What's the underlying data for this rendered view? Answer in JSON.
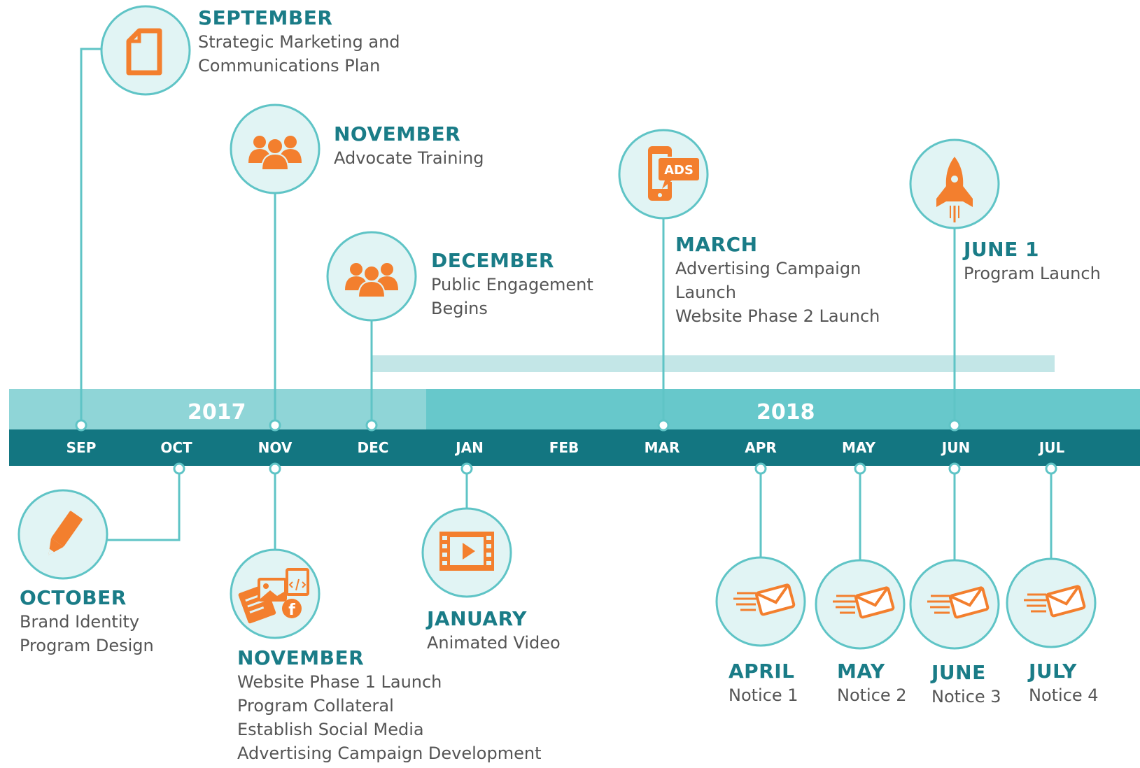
{
  "years": [
    "2017",
    "2018"
  ],
  "months": [
    "SEP",
    "OCT",
    "NOV",
    "DEC",
    "JAN",
    "FEB",
    "MAR",
    "APR",
    "MAY",
    "JUN",
    "JUL"
  ],
  "colors": {
    "band_2017": "#8fd5d7",
    "band_2018": "#67c8cb",
    "axis_bar": "#137681",
    "connector": "#5fc4c6",
    "circle_fill": "#e1f4f4",
    "circle_stroke": "#5fc4c6",
    "icon_orange": "#f37f2e",
    "heading_teal": "#1a7c87",
    "text_gray": "#555555",
    "campaign_bar": "#c3e6e7"
  },
  "milestones": {
    "september": {
      "heading": "SEPTEMBER",
      "lines": [
        "Strategic Marketing and",
        "Communications Plan"
      ],
      "icon": "document-icon"
    },
    "november_top": {
      "heading": "NOVEMBER",
      "lines": [
        "Advocate Training"
      ],
      "icon": "people-icon"
    },
    "december": {
      "heading": "DECEMBER",
      "lines": [
        "Public Engagement",
        "Begins"
      ],
      "icon": "people-icon"
    },
    "march": {
      "heading": "MARCH",
      "lines": [
        "Advertising Campaign",
        "Launch",
        "Website Phase 2 Launch"
      ],
      "icon": "mobile-ads-icon",
      "badge": "ADS"
    },
    "june1": {
      "heading": "JUNE 1",
      "lines": [
        "Program Launch"
      ],
      "icon": "rocket-icon"
    },
    "october": {
      "heading": "OCTOBER",
      "lines": [
        "Brand Identity",
        "Program Design"
      ],
      "icon": "pencil-icon"
    },
    "november_bottom": {
      "heading": "NOVEMBER",
      "lines": [
        "Website Phase 1 Launch",
        "Program Collateral",
        "Establish Social Media",
        "Advertising Campaign Development"
      ],
      "icon": "social-media-icon"
    },
    "january": {
      "heading": "JANUARY",
      "lines": [
        "Animated Video"
      ],
      "icon": "video-icon"
    },
    "april": {
      "heading": "APRIL",
      "lines": [
        "Notice 1"
      ],
      "icon": "mail-icon"
    },
    "may": {
      "heading": "MAY",
      "lines": [
        "Notice 2"
      ],
      "icon": "mail-icon"
    },
    "june": {
      "heading": "JUNE",
      "lines": [
        "Notice 3"
      ],
      "icon": "mail-icon"
    },
    "july": {
      "heading": "JULY",
      "lines": [
        "Notice 4"
      ],
      "icon": "mail-icon"
    }
  }
}
